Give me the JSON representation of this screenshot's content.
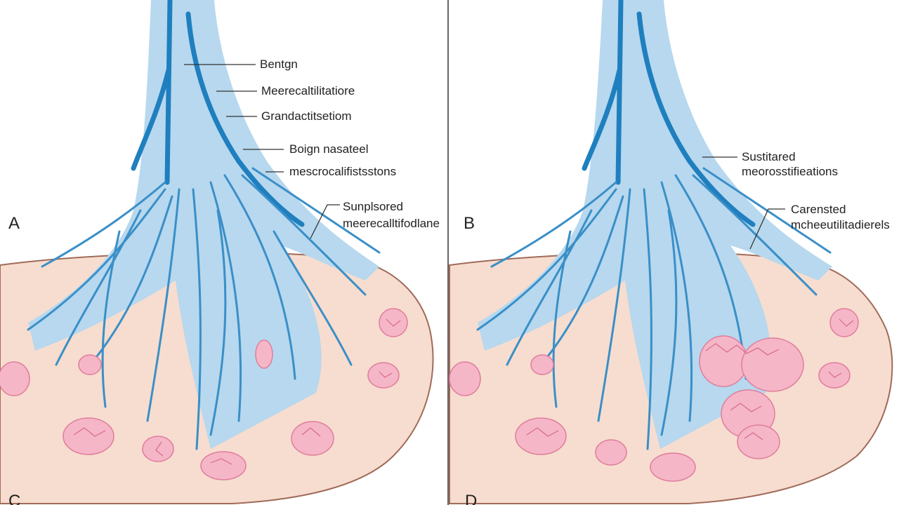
{
  "colors": {
    "tissue": "#f7ddcf",
    "tissue_edge": "#a06b5a",
    "duct_fill": "#b7d8ee",
    "duct_line": "#3a8fc8",
    "duct_deep": "#1f7fbf",
    "lobule": "#f5b6c8",
    "lobule_edge": "#e07d9c"
  },
  "panels": {
    "A": {
      "letter": "A",
      "bottom_letter": "C",
      "labels": [
        "Bentgn",
        "Meerecaltilitatiore",
        "Grandactitsetiom",
        "Boign nasateel",
        "mescrocalifistsstons"
      ],
      "side_label": [
        "Sunplsored",
        "meerecalltifodlane"
      ]
    },
    "B": {
      "letter": "B",
      "bottom_letter": "D",
      "labels": [
        "Sustitared",
        "meorosstifieations"
      ],
      "side_label": [
        "Carensted",
        "mcheeutilitadierels"
      ]
    }
  }
}
